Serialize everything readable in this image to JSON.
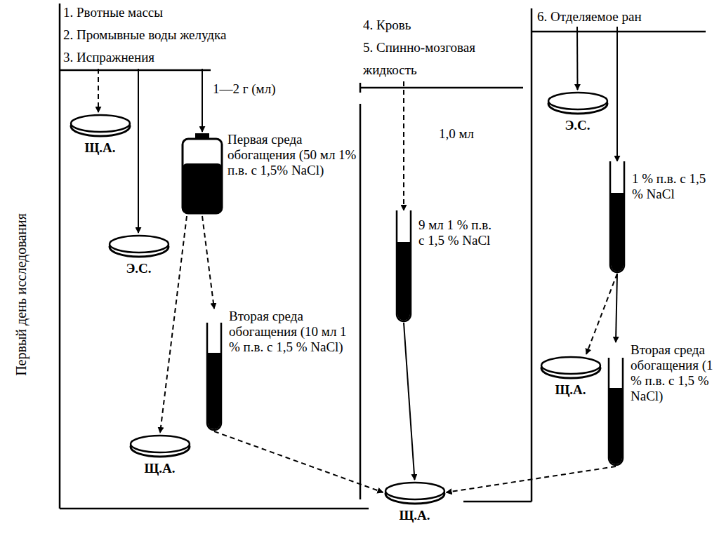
{
  "diagram": {
    "nodes": [
      {
        "text": [
          "1. Рвотные массы",
          "2. Промывные воды желудка",
          "3. Испражнения"
        ]
      },
      {
        "text": [
          "Щ.А."
        ]
      },
      {
        "text": [
          "Первая среда обогащения (50 мл 1% п.в. с 1,5% NaCl)"
        ]
      },
      {
        "text": [
          "Э.С."
        ]
      },
      {
        "text": [
          "Вторая среда обогащения (10 мл 1 % п.в. с 1,5 % NaCl)"
        ]
      },
      {
        "text": [
          "Щ.А."
        ]
      },
      {
        "text": [
          "4. Кровь",
          "5. Спинно-мозговая жидкость"
        ]
      },
      {
        "text": [
          "9 мл 1 % п.в. с 1,5 % NaCl"
        ]
      },
      {
        "text": [
          "6. Отделяемое ран"
        ]
      },
      {
        "text": [
          "Э.С."
        ]
      },
      {
        "text": [
          "1 % п.в. с 1,5 % NaCl"
        ]
      },
      {
        "text": [
          "Щ.А."
        ]
      },
      {
        "text": [
          "Вторая среда обогащения (1 % п.в. с 1,5 % NaCl)"
        ]
      },
      {
        "text": [
          "Щ.А."
        ]
      }
    ],
    "edges": [
      {
        "from": 0,
        "to": 1,
        "arrow": "to"
      },
      {
        "from": 0,
        "to": 3,
        "arrow": "to"
      },
      {
        "from": 0,
        "to": 2,
        "label": "1—2 г (мл)",
        "arrow": "to"
      },
      {
        "from": 2,
        "to": 5,
        "arrow": "to"
      },
      {
        "from": 2,
        "to": 4,
        "arrow": "to"
      },
      {
        "from": 4,
        "to": 13,
        "arrow": "to"
      },
      {
        "from": 6,
        "to": 7,
        "label": "1,0 мл",
        "arrow": "to"
      },
      {
        "from": 7,
        "to": 13,
        "arrow": "to"
      },
      {
        "from": 8,
        "to": 9,
        "arrow": "to"
      },
      {
        "from": 8,
        "to": 10,
        "arrow": "to"
      },
      {
        "from": 10,
        "to": 11,
        "arrow": "to"
      },
      {
        "from": 10,
        "to": 12,
        "arrow": "to"
      },
      {
        "from": 12,
        "to": 13,
        "arrow": "to"
      }
    ],
    "labels": [
      "Первый день исследования"
    ]
  }
}
